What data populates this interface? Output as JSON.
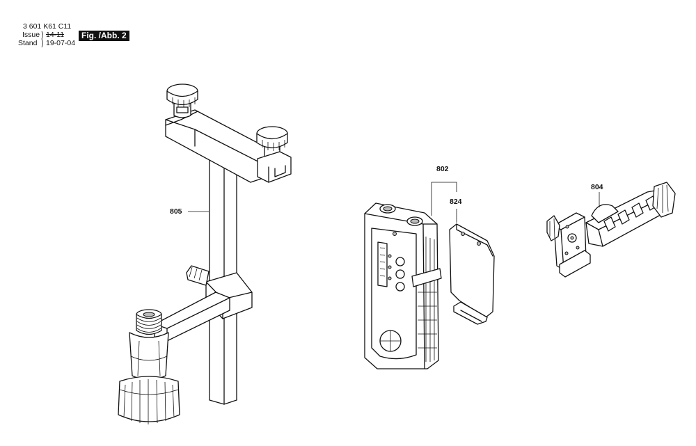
{
  "header": {
    "doc_number": "3 601 K61 C11",
    "issue_label": "Issue",
    "issue_value": "14-11",
    "stand_label": "Stand",
    "stand_value": "19-07-04",
    "figure_label": "Fig. /Abb. 2"
  },
  "callouts": {
    "p805": "805",
    "p802": "802",
    "p824": "824",
    "p804": "804"
  },
  "colors": {
    "line": "#111111",
    "background": "#ffffff"
  }
}
